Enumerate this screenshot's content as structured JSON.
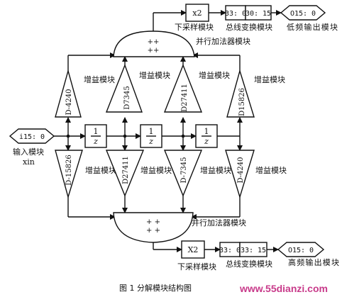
{
  "figure": {
    "caption": "图 1   分解模块结构图",
    "watermark": "www.55dianzi.com"
  },
  "input": {
    "bus": "i15: 0",
    "label": "输入模块",
    "sub": "xin"
  },
  "delays": [
    "1/z",
    "1/z",
    "1/z"
  ],
  "delay_num": "1",
  "delay_den": "z",
  "gains_top": [
    {
      "coef": "D-4240",
      "label": "增益模块"
    },
    {
      "coef": "D7345",
      "label": "增益模块"
    },
    {
      "coef": "D27411",
      "label": "增益模块"
    },
    {
      "coef": "D15826",
      "label": "增益模块"
    }
  ],
  "gains_bottom": [
    {
      "coef": "D-15826",
      "label": "增益模块"
    },
    {
      "coef": "D27411",
      "label": "增益模块"
    },
    {
      "coef": "D-7345",
      "label": "增益模块"
    },
    {
      "coef": "D-4240",
      "label": "增益模块"
    }
  ],
  "adder_top": {
    "signs": "++",
    "signs2": "++",
    "label": "并行加法器模块"
  },
  "adder_bottom": {
    "signs": "+ +",
    "signs2": "+ +",
    "label": "并行加法器模块"
  },
  "low_path": {
    "downsample": "x2",
    "downsample_label": "下采样模块",
    "bus_in": "33: 0",
    "bus_out": "30: 15",
    "bus_label": "总线变换模块",
    "output": "O15: 0",
    "output_label": "低频输出模块"
  },
  "high_path": {
    "downsample": "X2",
    "downsample_label": "下采样模块",
    "bus_in": "33: 0",
    "bus_out": "33: 15",
    "bus_label": "总线变换模块",
    "output": "O15: 0",
    "output_label": "高频输出模块"
  }
}
